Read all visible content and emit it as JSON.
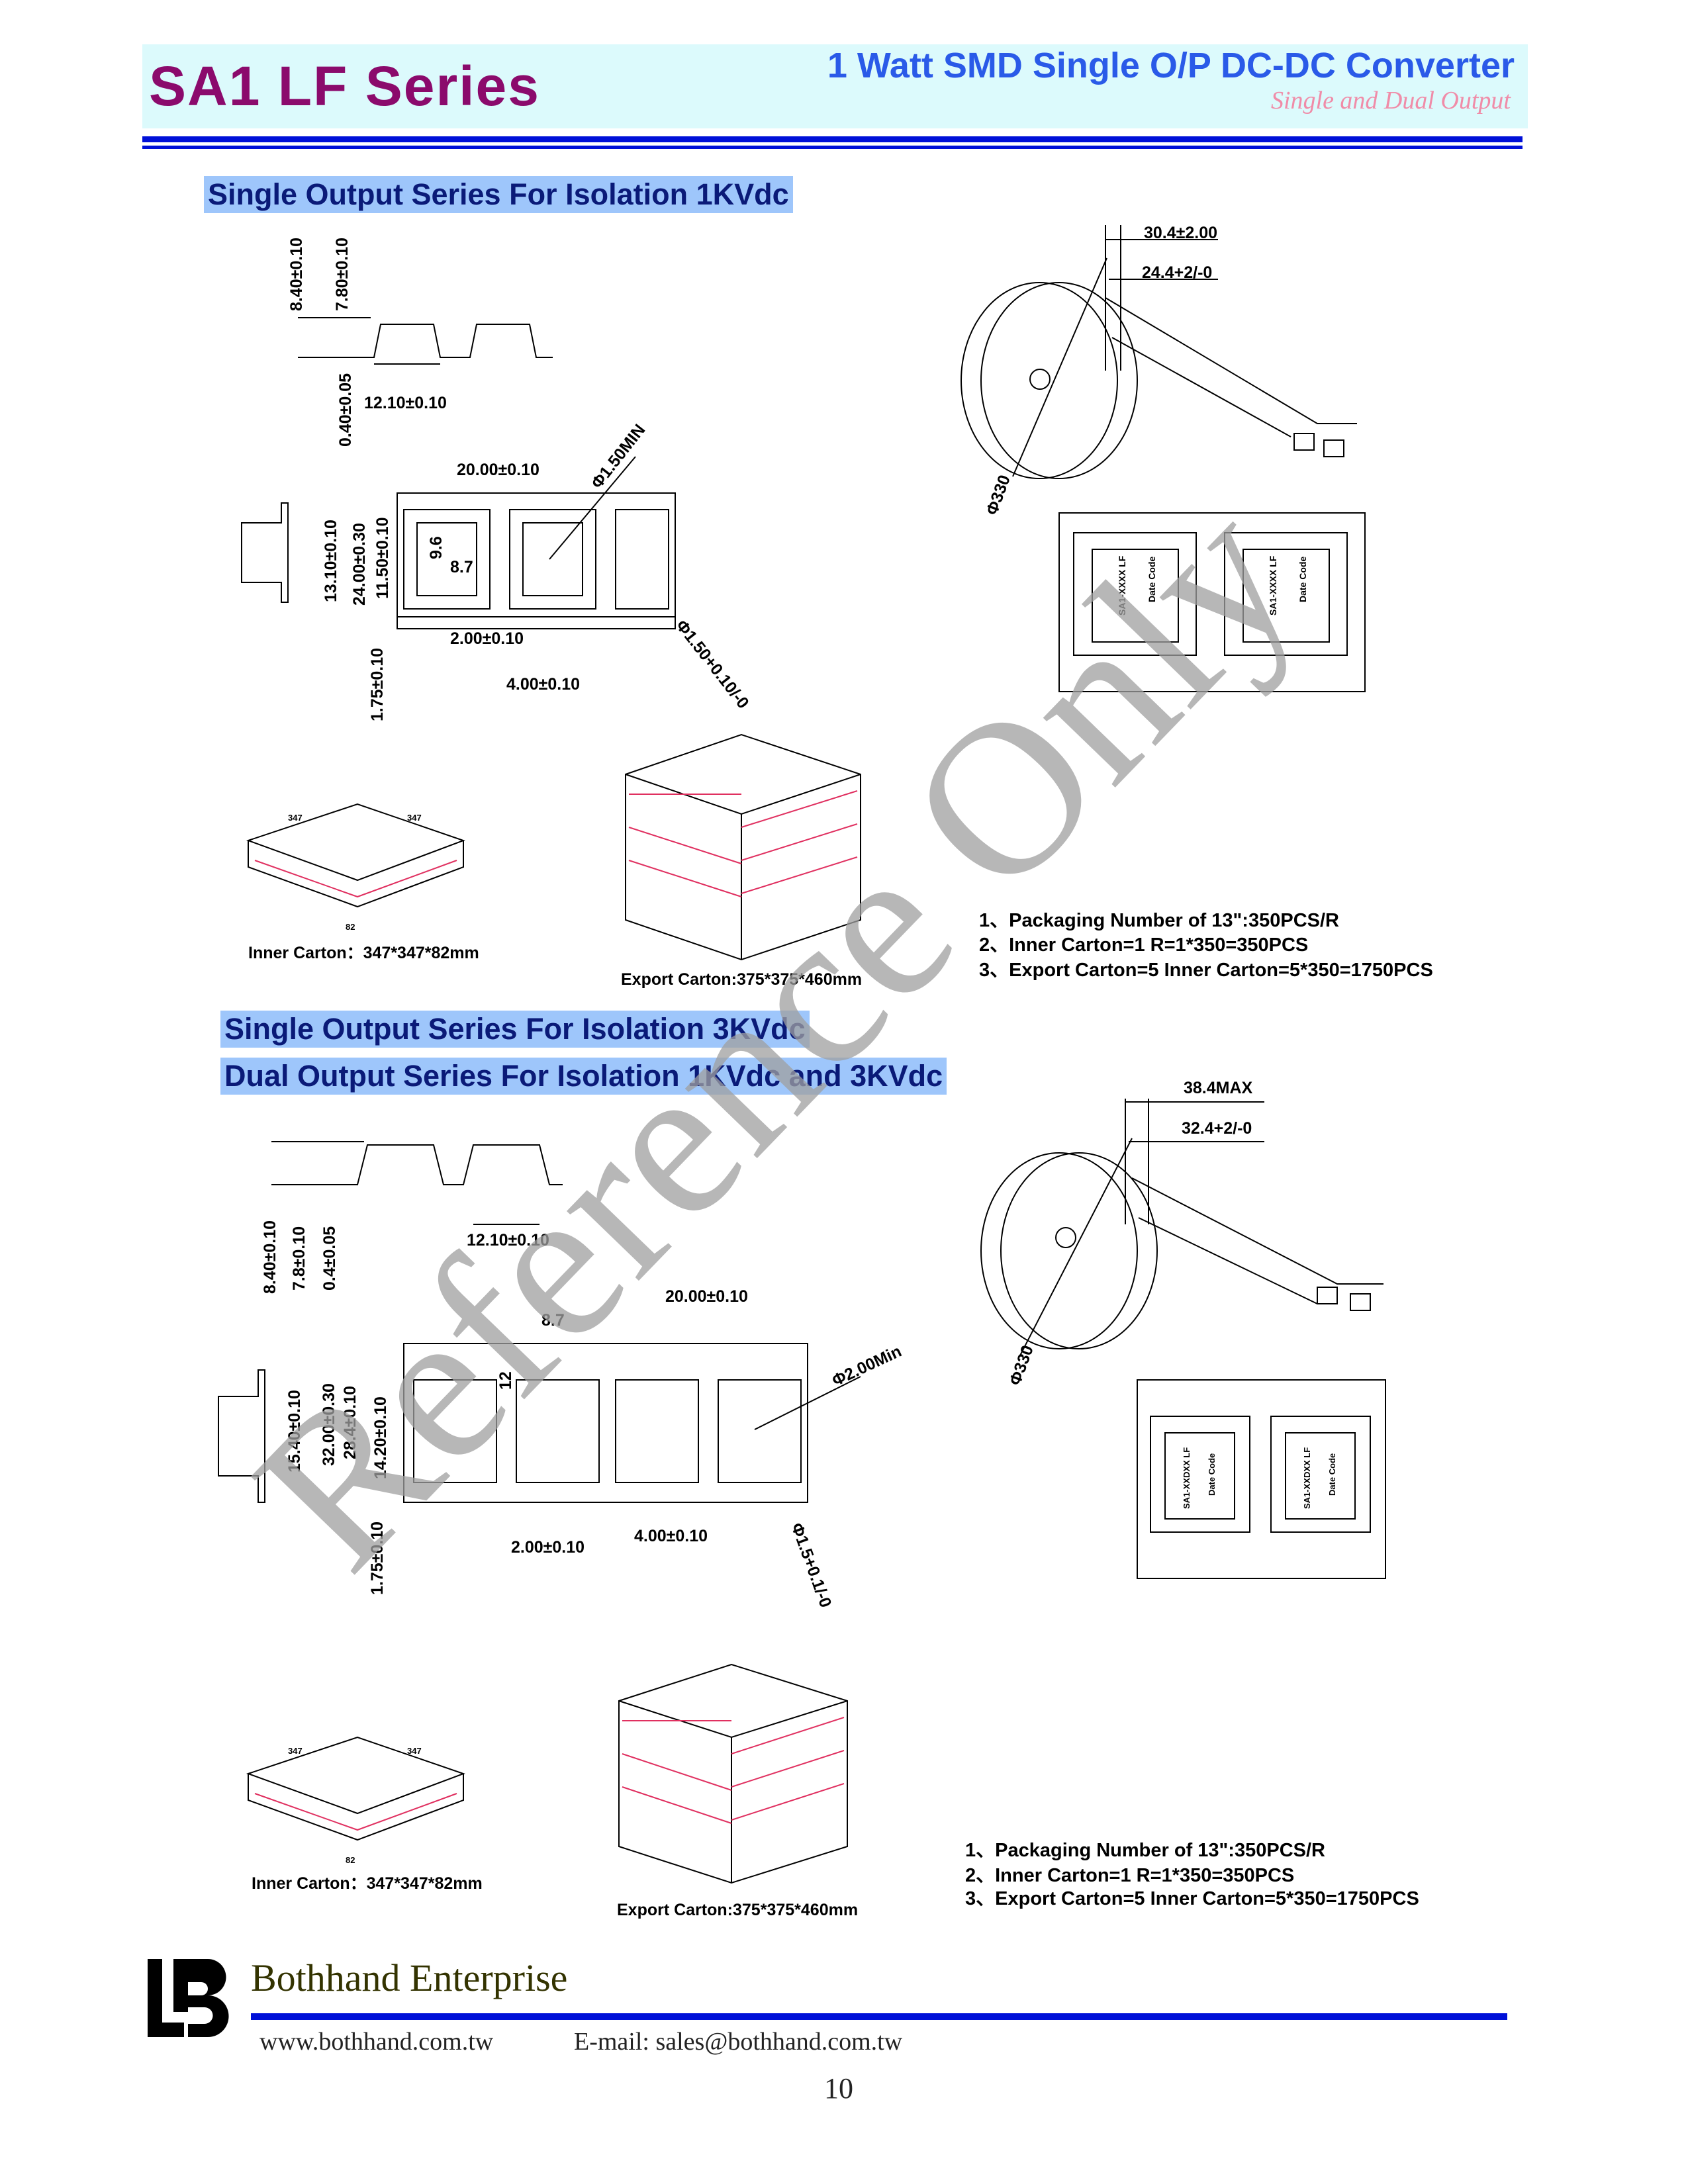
{
  "header": {
    "title": "SA1 LF Series",
    "subtitle": "1 Watt SMD Single O/P DC-DC Converter",
    "tagline": "Single and Dual Output"
  },
  "section1": {
    "heading": "Single Output Series For Isolation 1KVdc",
    "dims": {
      "h1": "8.40±0.10",
      "h2": "7.80±0.10",
      "t": "0.40±0.05",
      "w": "12.10±0.10",
      "pitch": "20.00±0.10",
      "hole_min": "Φ1.50MIN",
      "a": "13.10±0.10",
      "b": "24.00±0.30",
      "c": "11.50±0.10",
      "d": "9.6",
      "e": "8.7",
      "f": "2.00±0.10",
      "hole": "Φ1.50+0.10/-0",
      "g": "4.00±0.10",
      "h": "1.75±0.10"
    },
    "reel": {
      "w1": "30.4±2.00",
      "w2": "24.4+2/-0",
      "dia": "Φ330"
    },
    "part": {
      "code": "SA1-XXXX LF",
      "date": "Date Code"
    },
    "inner_carton": {
      "d1": "347",
      "d2": "347",
      "d3": "82",
      "label": "Inner Carton：347*347*82mm"
    },
    "export_carton": {
      "label": "Export Carton:375*375*460mm"
    },
    "notes": [
      "1、Packaging Number of 13\":350PCS/R",
      "2、Inner Carton=1 R=1*350=350PCS",
      "3、Export Carton=5 Inner Carton=5*350=1750PCS"
    ]
  },
  "section2": {
    "heading1": "Single Output Series For Isolation 3KVdc",
    "heading2": "Dual Output Series For Isolation 1KVdc and 3KVdc",
    "dims": {
      "h1": "8.40±0.10",
      "h2": "7.8±0.10",
      "t": "0.4±0.05",
      "w": "12.10±0.10",
      "pitch": "20.00±0.10",
      "e": "8.7",
      "d": "12",
      "hole_min": "Φ2.00Min",
      "a": "15.40±0.10",
      "b": "32.00±0.30",
      "c": "28.4±0.10",
      "c2": "14.20±0.10",
      "f": "2.00±0.10",
      "g": "4.00±0.10",
      "hole": "Φ1.5+0.1/-0",
      "h": "1.75±0.10"
    },
    "reel": {
      "w1": "38.4MAX",
      "w2": "32.4+2/-0",
      "dia": "Φ330"
    },
    "part": {
      "code": "SA1-XXDXX LF",
      "date": "Date Code"
    },
    "inner_carton": {
      "d1": "347",
      "d2": "347",
      "d3": "82",
      "label": "Inner Carton：347*347*82mm"
    },
    "export_carton": {
      "label": "Export Carton:375*375*460mm"
    },
    "notes": [
      "1、Packaging Number of 13\":350PCS/R",
      "2、Inner Carton=1 R=1*350=350PCS",
      "3、Export Carton=5 Inner Carton=5*350=1750PCS"
    ]
  },
  "watermark": "Reference Only",
  "footer": {
    "company": "Bothhand Enterprise",
    "website": "www.bothhand.com.tw",
    "email": "E-mail: sales@bothhand.com.tw",
    "page": "10",
    "logo_text": "LB"
  }
}
